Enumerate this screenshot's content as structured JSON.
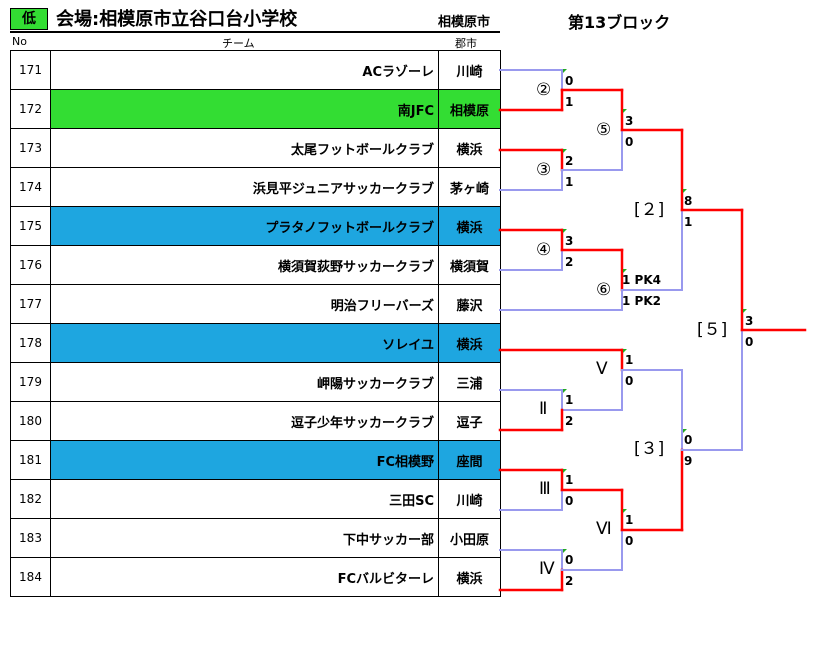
{
  "header": {
    "badge": "低",
    "venue": "会場:相模原市立谷口台小学校",
    "city": "相模原市",
    "block": "第13ブロック"
  },
  "columns": {
    "no": "No",
    "team": "チーム",
    "city": "郡市"
  },
  "teams": [
    {
      "no": "171",
      "name": "ACラゾーレ",
      "city": "川崎",
      "hl": ""
    },
    {
      "no": "172",
      "name": "南JFC",
      "city": "相模原",
      "hl": "green"
    },
    {
      "no": "173",
      "name": "太尾フットボールクラブ",
      "city": "横浜",
      "hl": ""
    },
    {
      "no": "174",
      "name": "浜見平ジュニアサッカークラブ",
      "city": "茅ヶ崎",
      "hl": ""
    },
    {
      "no": "175",
      "name": "プラタノフットボールクラブ",
      "city": "横浜",
      "hl": "blue"
    },
    {
      "no": "176",
      "name": "横須賀荻野サッカークラブ",
      "city": "横須賀",
      "hl": ""
    },
    {
      "no": "177",
      "name": "明治フリーバーズ",
      "city": "藤沢",
      "hl": ""
    },
    {
      "no": "178",
      "name": "ソレイユ",
      "city": "横浜",
      "hl": "blue"
    },
    {
      "no": "179",
      "name": "岬陽サッカークラブ",
      "city": "三浦",
      "hl": ""
    },
    {
      "no": "180",
      "name": "逗子少年サッカークラブ",
      "city": "逗子",
      "hl": ""
    },
    {
      "no": "181",
      "name": "FC相模野",
      "city": "座間",
      "hl": "blue"
    },
    {
      "no": "182",
      "name": "三田SC",
      "city": "川崎",
      "hl": ""
    },
    {
      "no": "183",
      "name": "下中サッカー部",
      "city": "小田原",
      "hl": ""
    },
    {
      "no": "184",
      "name": "FCバルビターレ",
      "city": "横浜",
      "hl": ""
    }
  ],
  "matches": {
    "m2": {
      "label": "②",
      "s1": "0",
      "s2": "1"
    },
    "m3": {
      "label": "③",
      "s1": "2",
      "s2": "1"
    },
    "m4": {
      "label": "④",
      "s1": "3",
      "s2": "2"
    },
    "m5": {
      "label": "⑤",
      "s1": "3",
      "s2": "0"
    },
    "m6": {
      "label": "⑥",
      "s1": "1 PK4",
      "s2": "1 PK2"
    },
    "r2": {
      "label": "[２]",
      "s1": "8",
      "s2": "1"
    },
    "mV": {
      "label": "Ⅴ",
      "s1": "1",
      "s2": "0"
    },
    "mII": {
      "label": "Ⅱ",
      "s1": "1",
      "s2": "2"
    },
    "mIII": {
      "label": "Ⅲ",
      "s1": "1",
      "s2": "0"
    },
    "mIV": {
      "label": "Ⅳ",
      "s1": "0",
      "s2": "2"
    },
    "mVI": {
      "label": "Ⅵ",
      "s1": "1",
      "s2": "0"
    },
    "r3": {
      "label": "[３]",
      "s1": "0",
      "s2": "9"
    },
    "r5": {
      "label": "[５]",
      "s1": "3",
      "s2": "0"
    }
  },
  "colors": {
    "win": "#ff0000",
    "lose": "#9999ee",
    "green": "#33dd33",
    "blue": "#1ea6e0"
  }
}
